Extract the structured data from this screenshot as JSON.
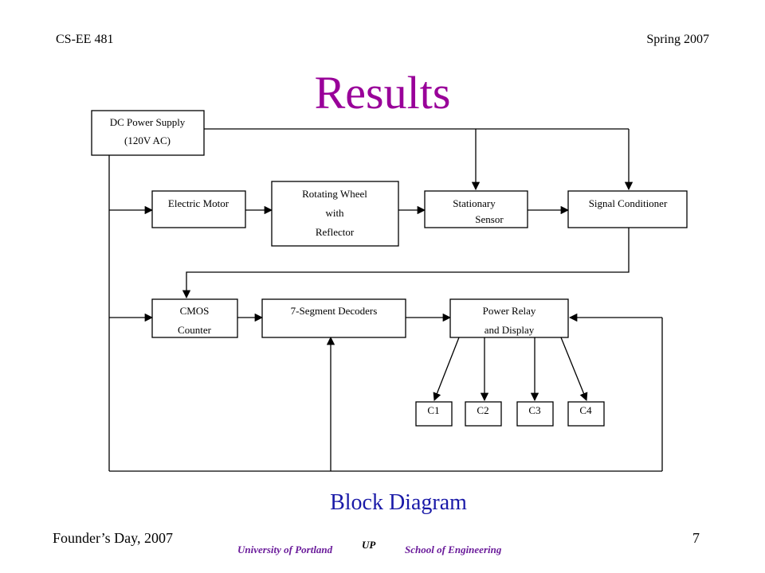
{
  "header": {
    "course": "CS-EE 481",
    "term": "Spring 2007"
  },
  "title": "Results",
  "subtitle": "Block Diagram",
  "footer": {
    "left": "Founder’s Day, 2007",
    "page_number": "7"
  },
  "logo": {
    "university": "University of Portland",
    "school": "School of Engineering",
    "mark": "UP"
  },
  "blocks": {
    "power_supply": [
      "DC Power Supply",
      "(120V AC)"
    ],
    "motor": [
      "Electric Motor"
    ],
    "wheel": [
      "Rotating Wheel",
      "with",
      "Reflector"
    ],
    "sensor": [
      "Stationary",
      "Sensor"
    ],
    "conditioner": [
      "Signal Conditioner"
    ],
    "counter": [
      "CMOS",
      "Counter"
    ],
    "decoders": [
      "7-Segment Decoders"
    ],
    "relay": [
      "Power Relay",
      "and Display"
    ],
    "c1": [
      "C1"
    ],
    "c2": [
      "C2"
    ],
    "c3": [
      "C3"
    ],
    "c4": [
      "C4"
    ]
  }
}
